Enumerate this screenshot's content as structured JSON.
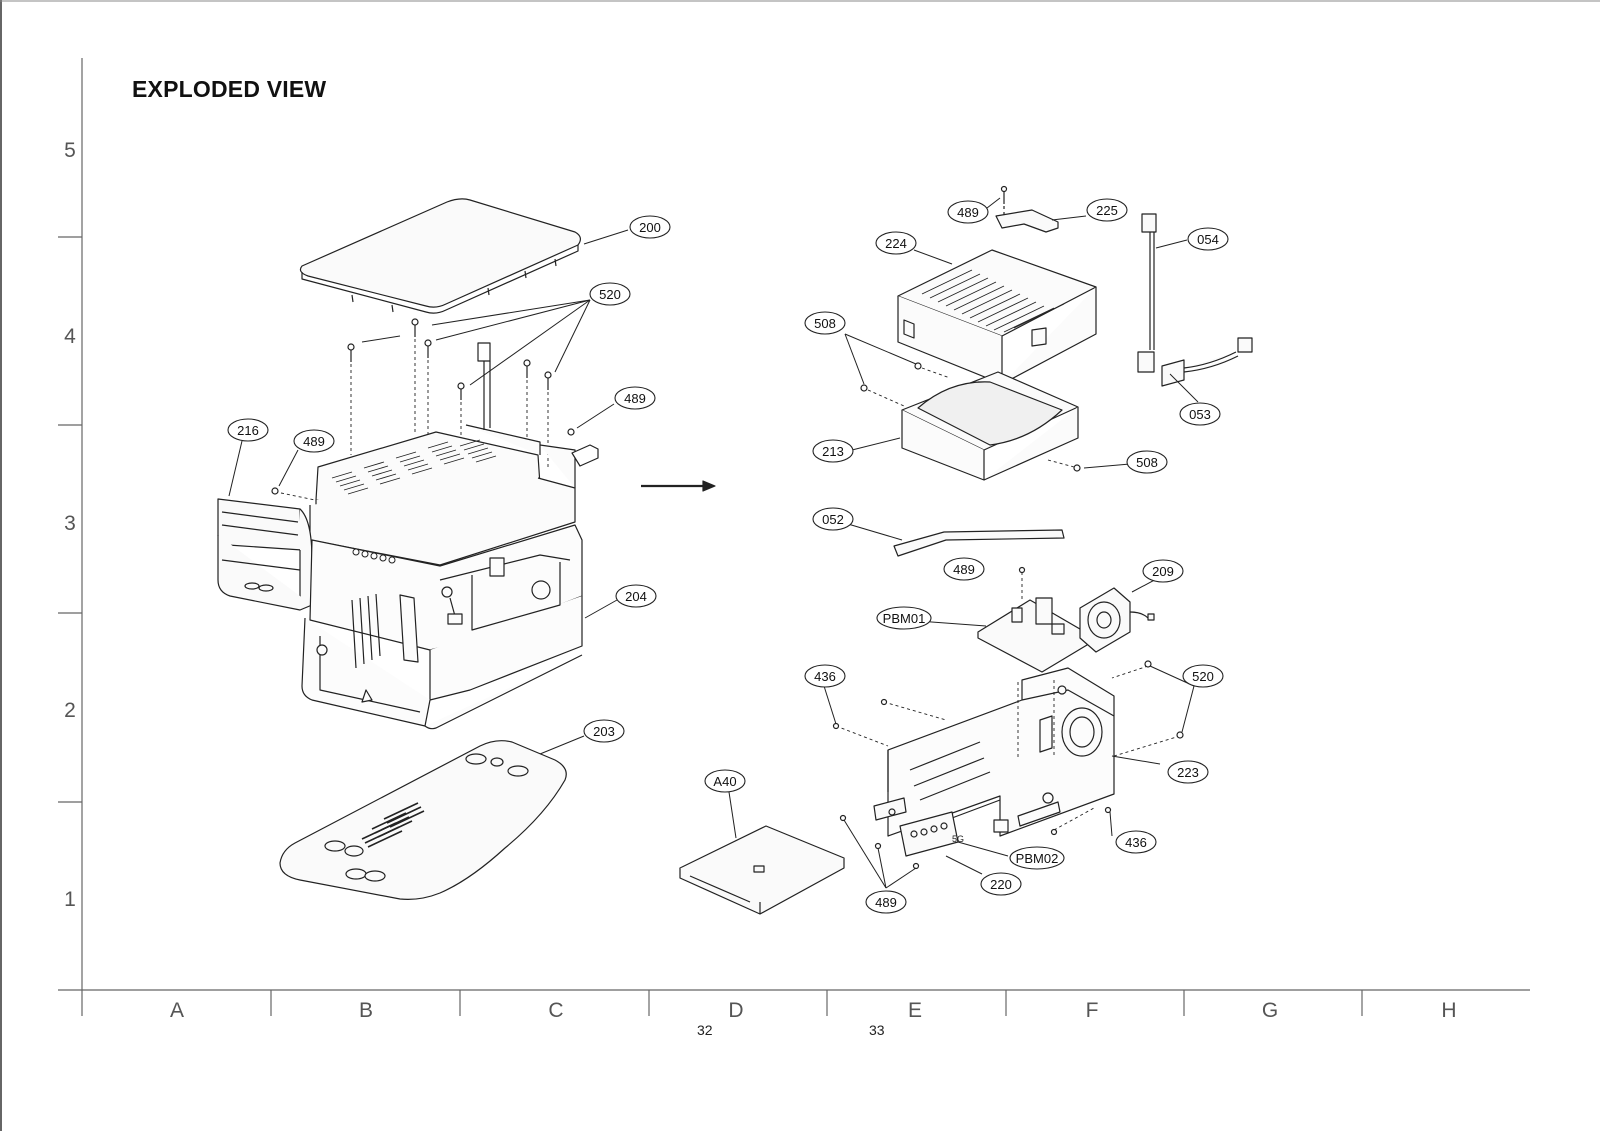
{
  "title": "EXPLODED VIEW",
  "row_labels": [
    "5",
    "4",
    "3",
    "2",
    "1"
  ],
  "column_labels": [
    "A",
    "B",
    "C",
    "D",
    "E",
    "F",
    "G",
    "H"
  ],
  "page_numbers": [
    "32",
    "33"
  ],
  "callouts_left": [
    "200",
    "520",
    "489",
    "216",
    "489",
    "204",
    "203"
  ],
  "callouts_right": [
    "489",
    "225",
    "224",
    "054",
    "508",
    "053",
    "213",
    "508",
    "052",
    "489",
    "209",
    "PBM01",
    "436",
    "520",
    "223",
    "A40",
    "436",
    "PBM02",
    "220",
    "489"
  ]
}
